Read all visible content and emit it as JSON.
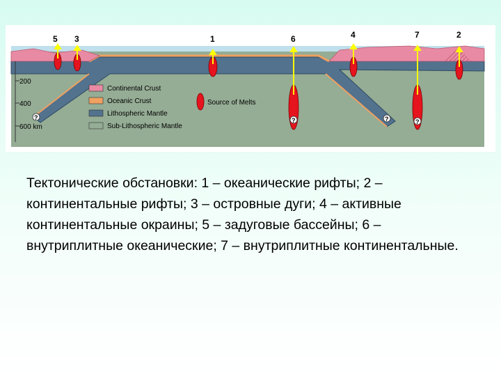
{
  "figure": {
    "site_numbers": [
      "5",
      "3",
      "1",
      "6",
      "4",
      "7",
      "2"
    ],
    "depth_labels": [
      "200",
      "400",
      "600 km"
    ],
    "legend": {
      "items": [
        {
          "label": "Continental Crust",
          "color": "#e88aa3"
        },
        {
          "label": "Oceanic Crust",
          "color": "#f0a060"
        },
        {
          "label": "Lithospheric Mantle",
          "color": "#52728e"
        },
        {
          "label": "Sub-Lithospheric Mantle",
          "color": "#95ac95"
        }
      ],
      "melts_label": "Source of Melts",
      "melts_color": "#e5141e"
    },
    "question_mark": "?",
    "colors": {
      "sky": "#bfe0ec",
      "arrow": "#ffff00",
      "melt_outline": "#7a0000"
    }
  },
  "caption": {
    "text": "Тектонические обстановки: 1 – океанические рифты; 2 – континентальные рифты; 3 – островные дуги; 4 – активные континентальные окраины; 5 – задуговые бассейны; 6 – внутриплитные океанические; 7 – внутриплитные континентальные."
  }
}
